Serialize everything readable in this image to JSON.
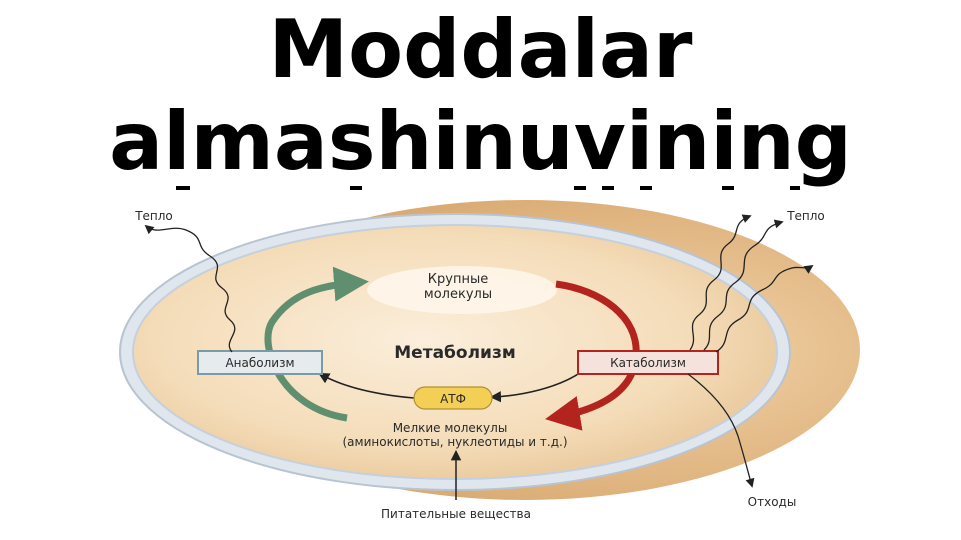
{
  "title": {
    "line1": "Moddalar",
    "line2": "almashinuvining"
  },
  "diagram": {
    "center": "Метаболизм",
    "top_label": [
      "Крупные",
      "молекулы"
    ],
    "bottom_label": [
      "Мелкие молекулы",
      "(аминокислоты, нуклеотиды и т.д.)"
    ],
    "left_box": "Анаболизм",
    "right_box": "Катаболизм",
    "atp": "АТФ",
    "heat_left": "Тепло",
    "heat_right": "Тепло",
    "waste": "Отходы",
    "nutrients": "Питательные вещества"
  },
  "colors": {
    "anabolism_arrow": "#5f8f6e",
    "catabolism_arrow": "#b3241f",
    "cell_fill": "#f6dfbf",
    "membrane": "#c9d4e0",
    "atp_fill": "#f4cf55"
  }
}
